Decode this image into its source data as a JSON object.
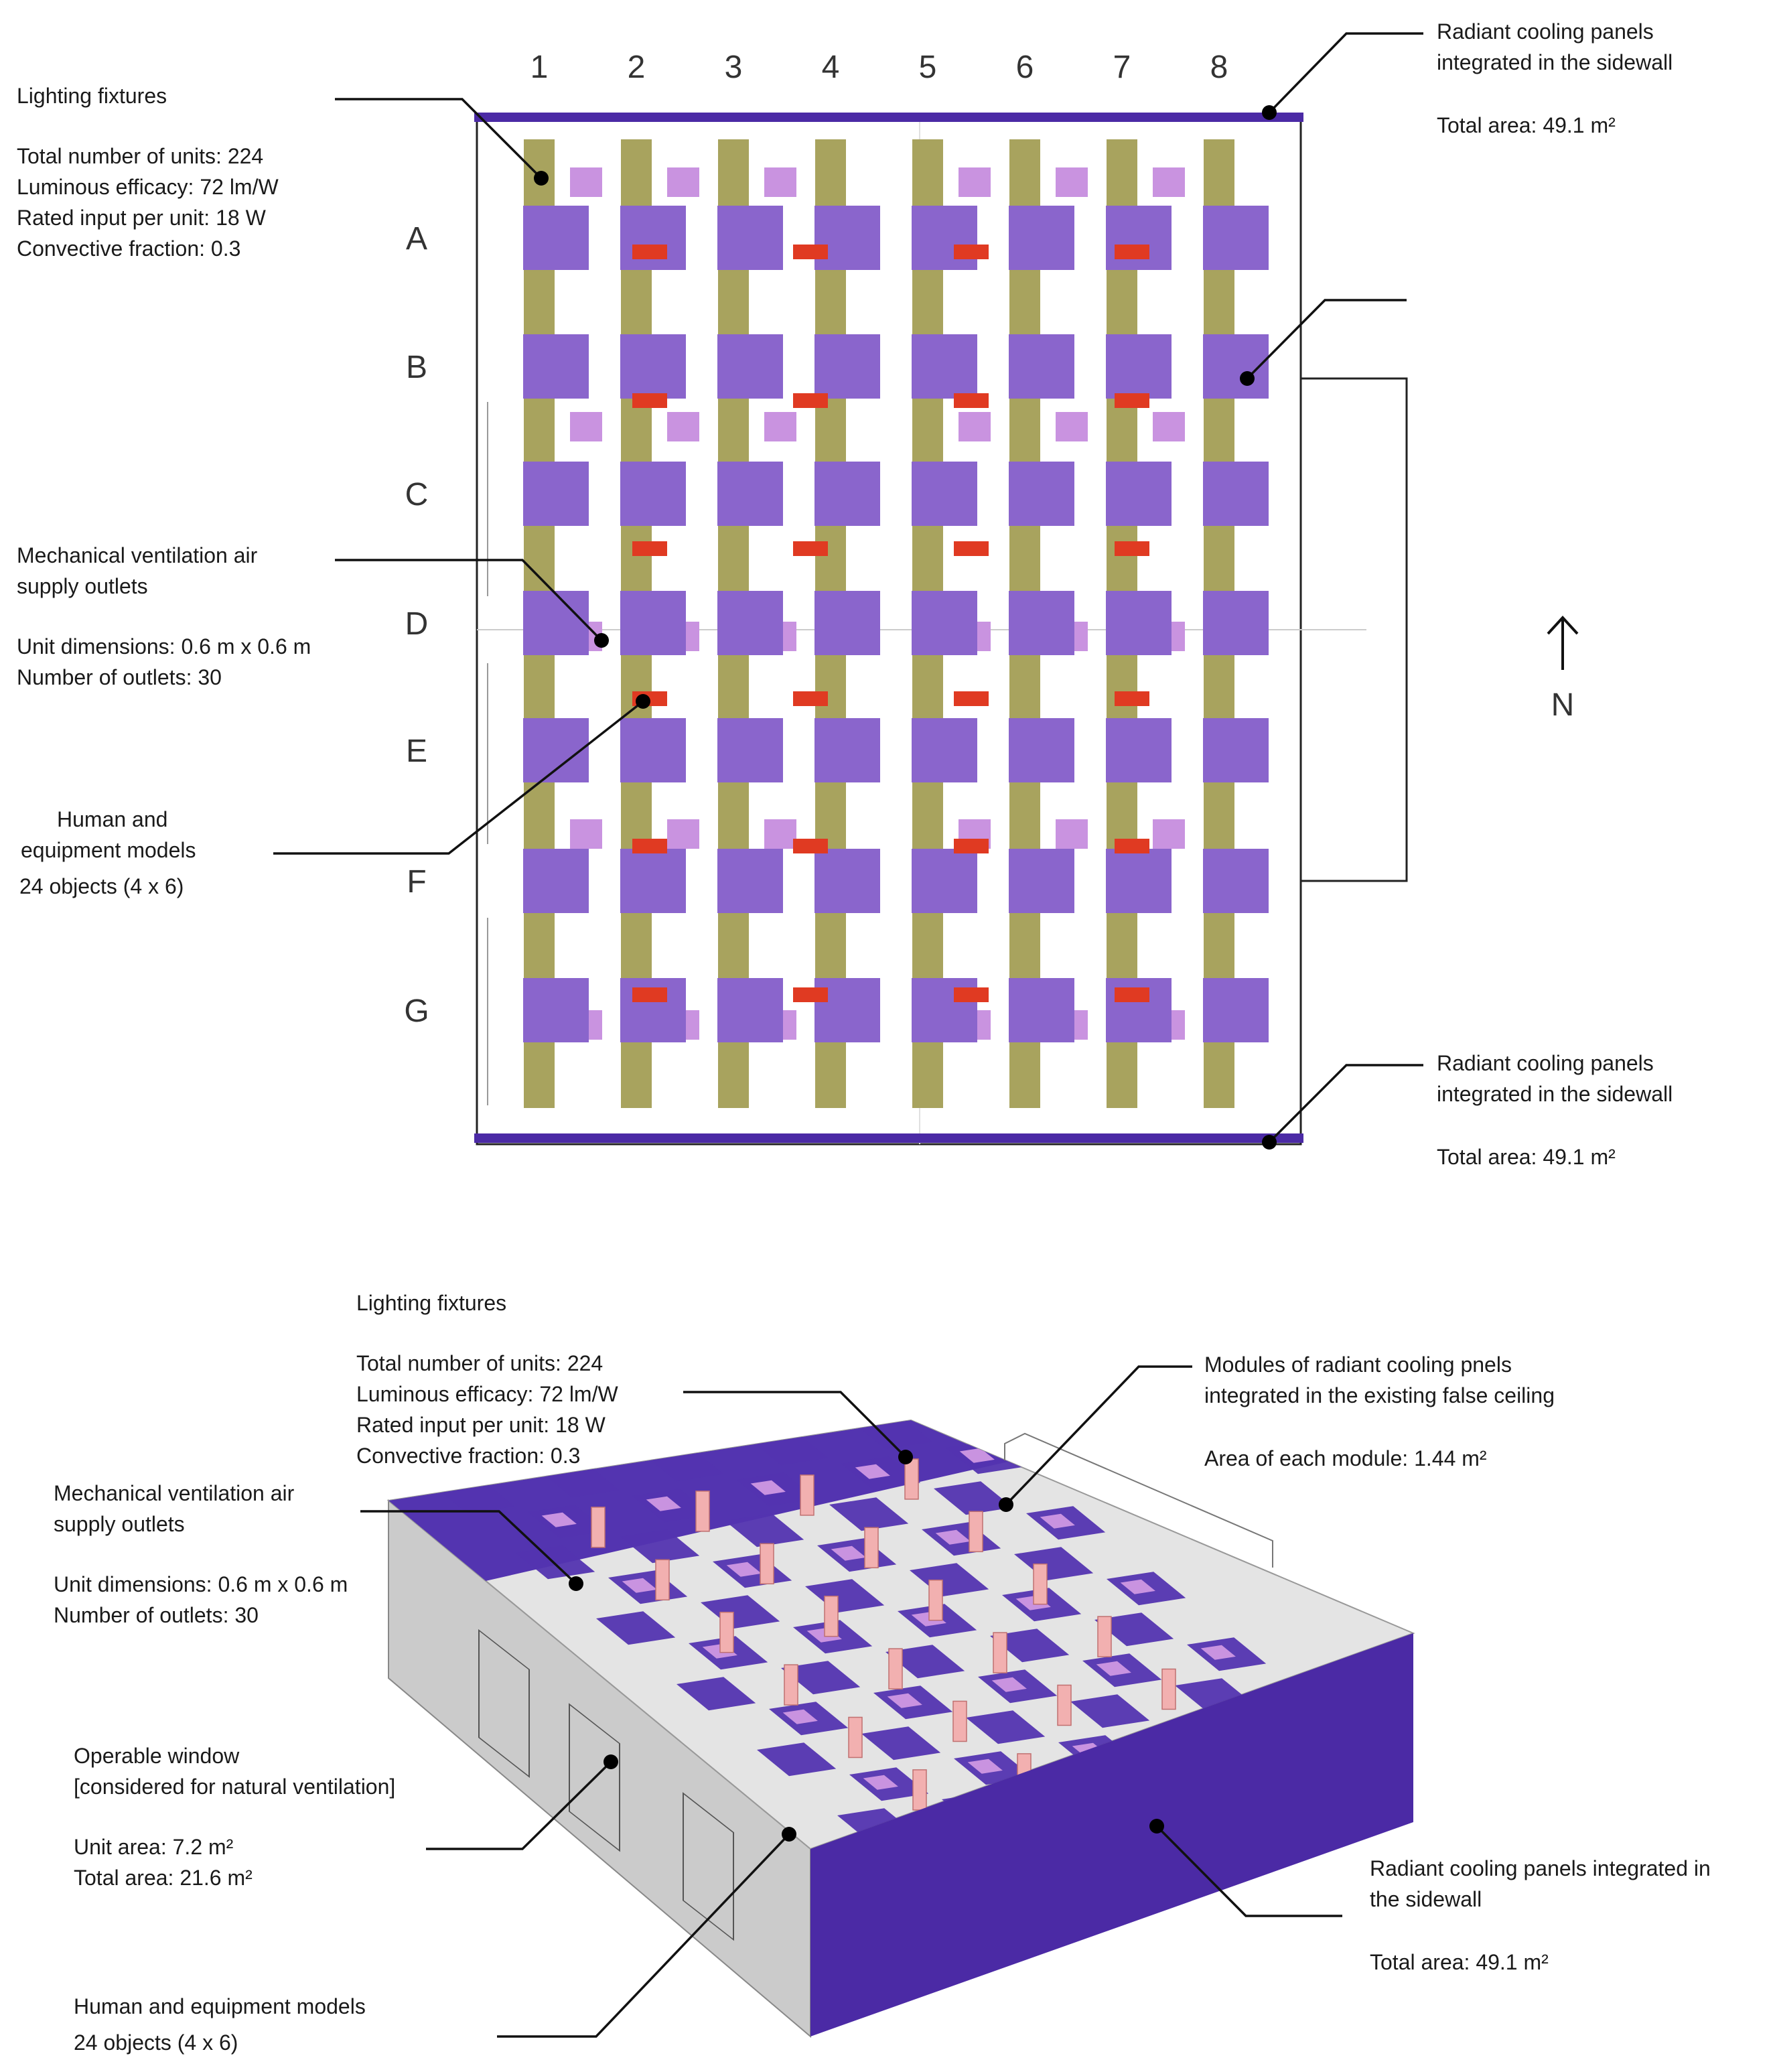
{
  "plan": {
    "columns": [
      "1",
      "2",
      "3",
      "4",
      "5",
      "6",
      "7",
      "8"
    ],
    "rows": [
      "A",
      "B",
      "C",
      "D",
      "E",
      "F",
      "G"
    ],
    "north_label": "N",
    "lighting": {
      "title": "Lighting fixtures",
      "lines": [
        "Total number of units: 224",
        "Luminous efficacy: 72 lm/W",
        "Rated input per unit: 18 W",
        "Convective fraction: 0.3"
      ]
    },
    "ventilation": {
      "title_lines": [
        "Mechanical ventilation air",
        "supply outlets"
      ],
      "lines": [
        "Unit dimensions: 0.6 m x 0.6 m",
        "Number of outlets: 30"
      ]
    },
    "humans": {
      "lines": [
        "Human and",
        "equipment models",
        "24 objects (4 x 6)"
      ]
    },
    "sidewall_top": {
      "lines": [
        "Radiant cooling panels",
        "integrated in the sidewall"
      ],
      "area": "Total area: 49.1 m²"
    },
    "sidewall_bottom": {
      "lines": [
        "Radiant cooling panels",
        "integrated in the sidewall"
      ],
      "area": "Total area: 49.1 m²"
    }
  },
  "iso": {
    "lighting": {
      "title": "Lighting fixtures",
      "lines": [
        "Total number of units: 224",
        "Luminous efficacy: 72 lm/W",
        "Rated input per unit: 18 W",
        "Convective fraction: 0.3"
      ]
    },
    "modules": {
      "lines": [
        "Modules of radiant cooling pnels",
        "integrated in the existing false ceiling"
      ],
      "area": "Area of each module: 1.44 m²"
    },
    "ventilation": {
      "title_lines": [
        "Mechanical ventilation air",
        "supply outlets"
      ],
      "lines": [
        "Unit dimensions: 0.6 m x 0.6 m",
        "Number of outlets: 30"
      ]
    },
    "window": {
      "title_lines": [
        "Operable window",
        "[considered for natural ventilation]"
      ],
      "lines": [
        "Unit area: 7.2 m²",
        "Total area: 21.6 m²"
      ]
    },
    "sidewall": {
      "lines": [
        "Radiant cooling panels integrated in",
        "the sidewall"
      ],
      "area": "Total area: 49.1 m²"
    },
    "humans": {
      "lines": [
        "Human and equipment models",
        "24 objects (4 x 6)"
      ]
    }
  },
  "colors": {
    "panel": "#8a65cc",
    "panel_light": "#c993e0",
    "light_fixture": "#a8a35e",
    "person": "#e03a22",
    "wall_panel": "#4b2aa5",
    "iso_ceiling": "#5334b0",
    "iso_gray": "#c4c4c4",
    "iso_floor": "#e2e2e2",
    "iso_person": "#f2b0b0"
  }
}
